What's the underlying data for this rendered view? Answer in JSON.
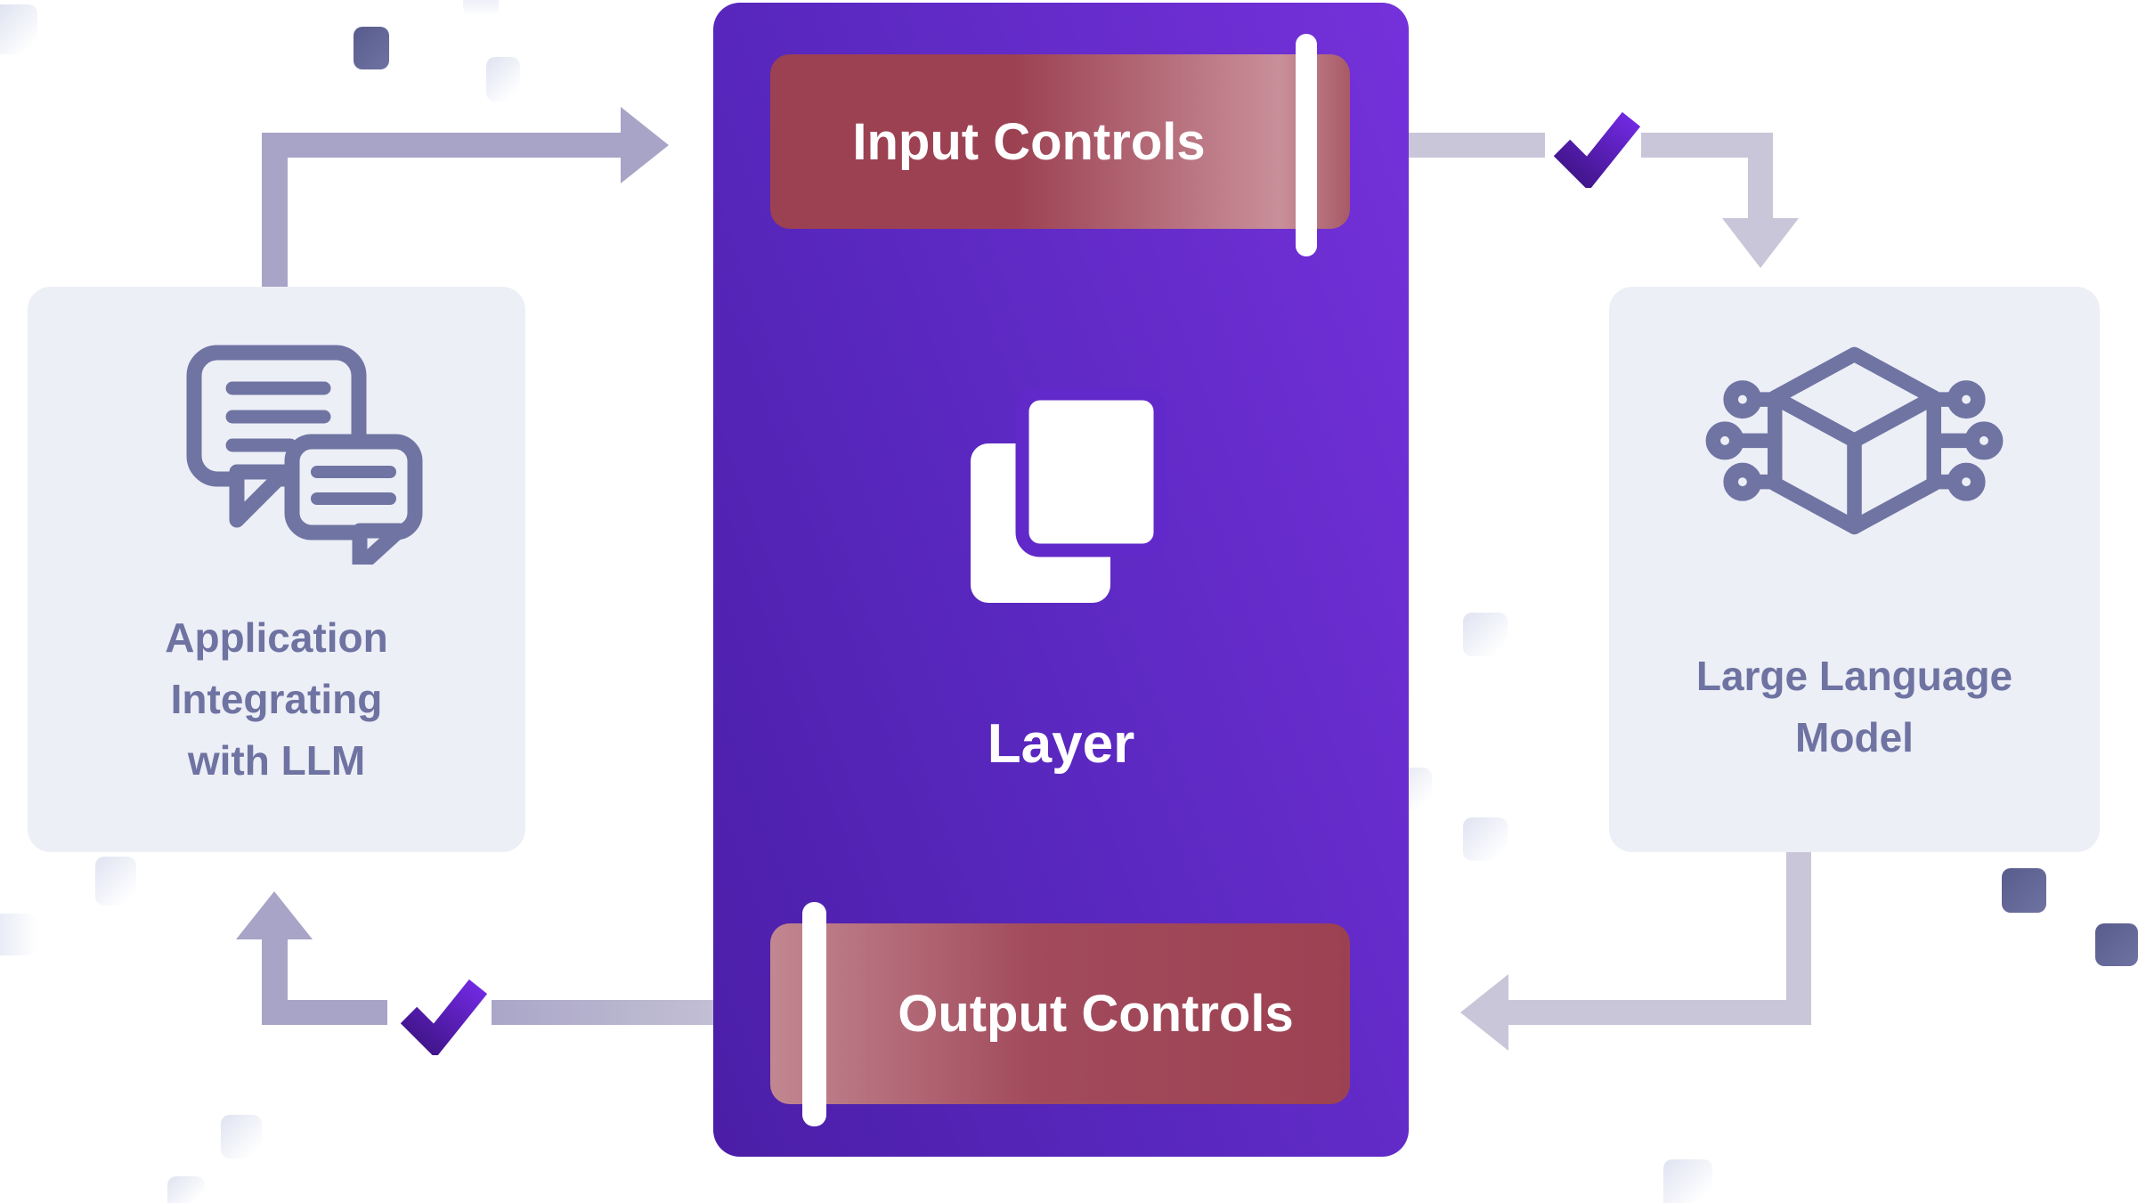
{
  "left_box": {
    "lines": [
      "Application",
      "Integrating",
      "with LLM"
    ]
  },
  "center_box": {
    "title": "Layer",
    "input_banner": "Input Controls",
    "output_banner": "Output Controls"
  },
  "right_box": {
    "lines": [
      "Large Language",
      "Model"
    ]
  },
  "colors": {
    "purple_gradient_start": "#4b1ea7",
    "purple_gradient_end": "#7531da",
    "maroon": "#9c4152",
    "maroon_sheen": "#c9909a",
    "checkmark_dark": "#3f1487",
    "checkmark_bright": "#7129e2",
    "arrow_left_side": "#a8a4c7",
    "arrow_right_side": "#c8c6d8",
    "slate_text": "#6e73a2",
    "side_box_fill": "#edeff6",
    "deco_dark": "#5d6190"
  }
}
